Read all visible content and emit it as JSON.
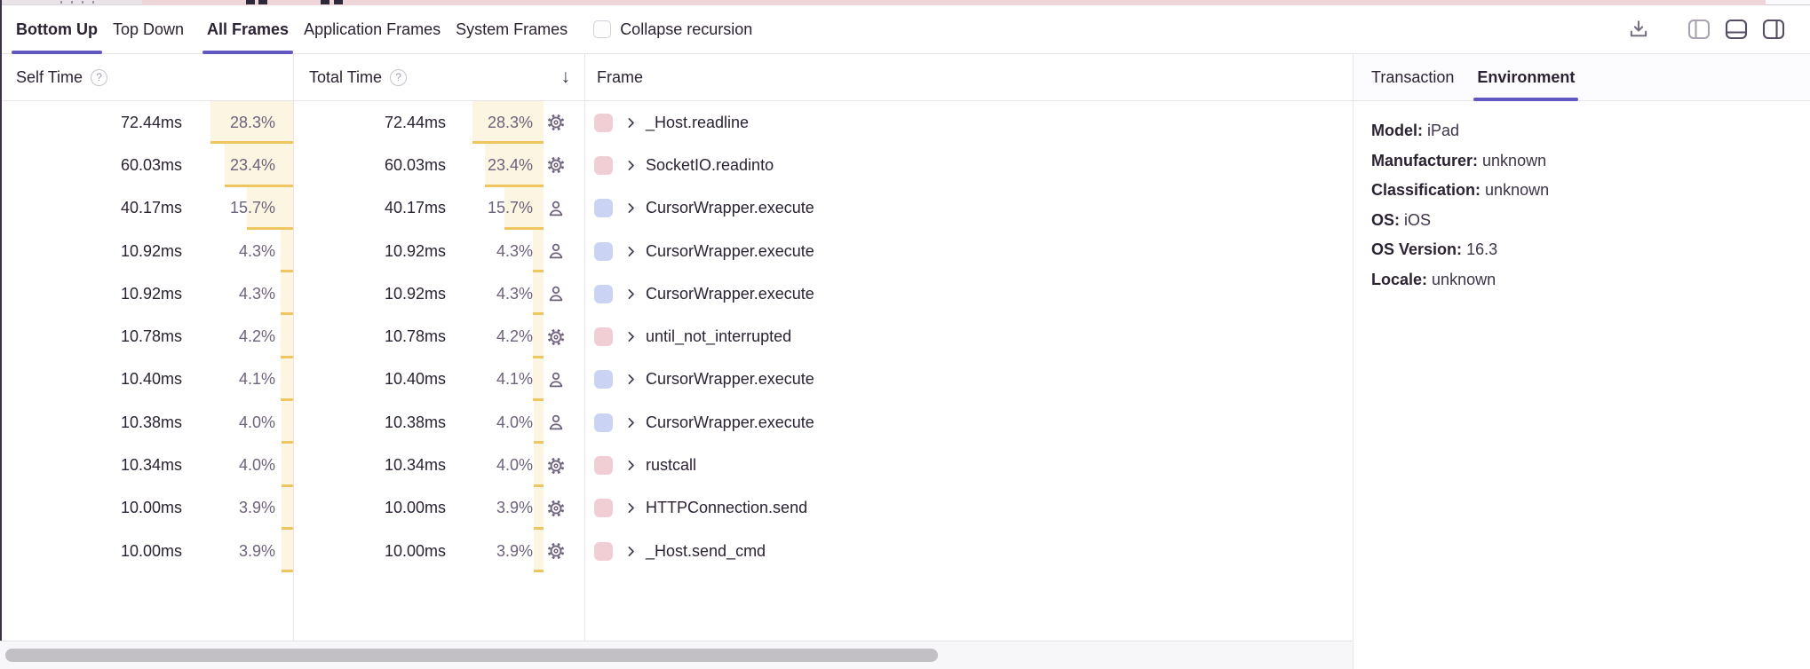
{
  "toolbar": {
    "view_tabs": [
      {
        "label": "Bottom Up",
        "active": true
      },
      {
        "label": "Top Down",
        "active": false
      }
    ],
    "frame_tabs": [
      {
        "label": "All Frames",
        "active": true
      },
      {
        "label": "Application Frames",
        "active": false
      },
      {
        "label": "System Frames",
        "active": false
      }
    ],
    "collapse_recursion": {
      "label": "Collapse recursion",
      "checked": false
    },
    "icons": [
      "download-icon",
      "layout-left-panel-icon",
      "layout-bottom-panel-icon",
      "layout-right-panel-icon"
    ]
  },
  "table": {
    "headers": {
      "self": "Self Time",
      "total": "Total Time",
      "frame": "Frame"
    },
    "sort": {
      "column": "Total Time",
      "direction": "desc",
      "indicator": "↓"
    },
    "rows": [
      {
        "self_time": "72.44ms",
        "self_pct_label": "28.3%",
        "total_time": "72.44ms",
        "total_pct_label": "28.3%",
        "pct": 28.3,
        "icon": "gear",
        "frame_type": "system",
        "frame": "_Host.readline"
      },
      {
        "self_time": "60.03ms",
        "self_pct_label": "23.4%",
        "total_time": "60.03ms",
        "total_pct_label": "23.4%",
        "pct": 23.4,
        "icon": "gear",
        "frame_type": "system",
        "frame": "SocketIO.readinto"
      },
      {
        "self_time": "40.17ms",
        "self_pct_label": "15.7%",
        "total_time": "40.17ms",
        "total_pct_label": "15.7%",
        "pct": 15.7,
        "icon": "user",
        "frame_type": "application",
        "frame": "CursorWrapper.execute"
      },
      {
        "self_time": "10.92ms",
        "self_pct_label": "4.3%",
        "total_time": "10.92ms",
        "total_pct_label": "4.3%",
        "pct": 4.3,
        "icon": "user",
        "frame_type": "application",
        "frame": "CursorWrapper.execute"
      },
      {
        "self_time": "10.92ms",
        "self_pct_label": "4.3%",
        "total_time": "10.92ms",
        "total_pct_label": "4.3%",
        "pct": 4.3,
        "icon": "user",
        "frame_type": "application",
        "frame": "CursorWrapper.execute"
      },
      {
        "self_time": "10.78ms",
        "self_pct_label": "4.2%",
        "total_time": "10.78ms",
        "total_pct_label": "4.2%",
        "pct": 4.2,
        "icon": "gear",
        "frame_type": "system",
        "frame": "until_not_interrupted"
      },
      {
        "self_time": "10.40ms",
        "self_pct_label": "4.1%",
        "total_time": "10.40ms",
        "total_pct_label": "4.1%",
        "pct": 4.1,
        "icon": "user",
        "frame_type": "application",
        "frame": "CursorWrapper.execute"
      },
      {
        "self_time": "10.38ms",
        "self_pct_label": "4.0%",
        "total_time": "10.38ms",
        "total_pct_label": "4.0%",
        "pct": 4.0,
        "icon": "user",
        "frame_type": "application",
        "frame": "CursorWrapper.execute"
      },
      {
        "self_time": "10.34ms",
        "self_pct_label": "4.0%",
        "total_time": "10.34ms",
        "total_pct_label": "4.0%",
        "pct": 4.0,
        "icon": "gear",
        "frame_type": "system",
        "frame": "rustcall"
      },
      {
        "self_time": "10.00ms",
        "self_pct_label": "3.9%",
        "total_time": "10.00ms",
        "total_pct_label": "3.9%",
        "pct": 3.9,
        "icon": "gear",
        "frame_type": "system",
        "frame": "HTTPConnection.send"
      },
      {
        "self_time": "10.00ms",
        "self_pct_label": "3.9%",
        "total_time": "10.00ms",
        "total_pct_label": "3.9%",
        "pct": 3.9,
        "icon": "gear",
        "frame_type": "system",
        "frame": "_Host.send_cmd"
      }
    ]
  },
  "panel": {
    "tabs": [
      {
        "label": "Transaction",
        "active": false
      },
      {
        "label": "Environment",
        "active": true
      }
    ],
    "environment": [
      {
        "label": "Model:",
        "value": "iPad"
      },
      {
        "label": "Manufacturer:",
        "value": "unknown"
      },
      {
        "label": "Classification:",
        "value": "unknown"
      },
      {
        "label": "OS:",
        "value": "iOS"
      },
      {
        "label": "OS Version:",
        "value": "16.3"
      },
      {
        "label": "Locale:",
        "value": "unknown"
      }
    ]
  },
  "colors": {
    "accent_purple": "#6257c2",
    "system_frame_square": "#f1ced4",
    "application_frame_square": "#cbd3f4",
    "pct_bar_background": "#fbf5e1",
    "pct_bar_underline": "#edc65f",
    "text_dark": "#2b2233",
    "text_muted": "#6e627c",
    "border": "#e7e4ea",
    "scrollbar_thumb": "#c2c0c5",
    "minimap_pink": "#eed5da"
  }
}
